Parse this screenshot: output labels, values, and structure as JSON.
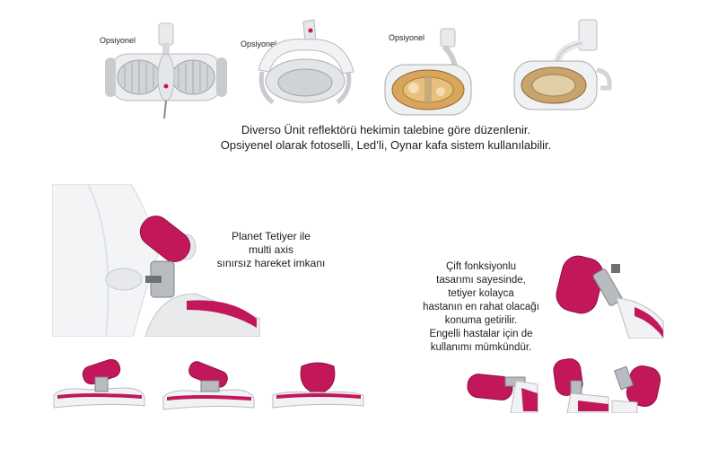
{
  "top": {
    "options": [
      "Opsiyonel",
      "Opsiyonel",
      "Opsiyonel"
    ],
    "caption_line1": "Diverso Ünit reflektörü hekimin talebine göre düzenlenir.",
    "caption_line2": "Opsiyenel olarak fotoselli, Led’li, Oynar kafa sistem kullanılabilir."
  },
  "headrest": {
    "line1": "Planet Tetiyer ile",
    "line2": "multi axis",
    "line3": "sınırsız hareket imkanı"
  },
  "double": {
    "lines": [
      "Çift fonksiyonlu",
      "tasarımı sayesinde,",
      "tetiyer kolayca",
      "hastanın en rahat olacağı",
      "konuma getirilir.",
      "Engelli hastalar için de",
      "kullanımı mümkündür."
    ]
  },
  "colors": {
    "accent": "#c2185b",
    "metal": "#b8bcc0"
  }
}
